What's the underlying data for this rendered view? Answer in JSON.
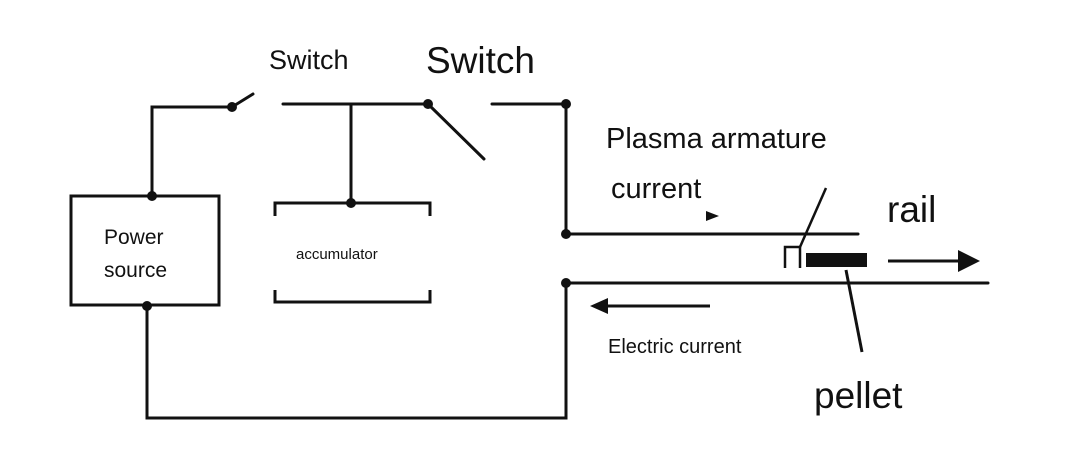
{
  "labels": {
    "switch_1": "Switch",
    "switch_2": "Switch",
    "plasma_armature_current_line1": "Plasma armature",
    "plasma_armature_current_line2": "current",
    "rail": "rail",
    "power_source_line1": "Power",
    "power_source_line2": "source",
    "accumulator": "accumulator",
    "electric_current": "Electric current",
    "pellet": "pellet"
  },
  "colors": {
    "line": "#111111",
    "background": "#ffffff"
  }
}
